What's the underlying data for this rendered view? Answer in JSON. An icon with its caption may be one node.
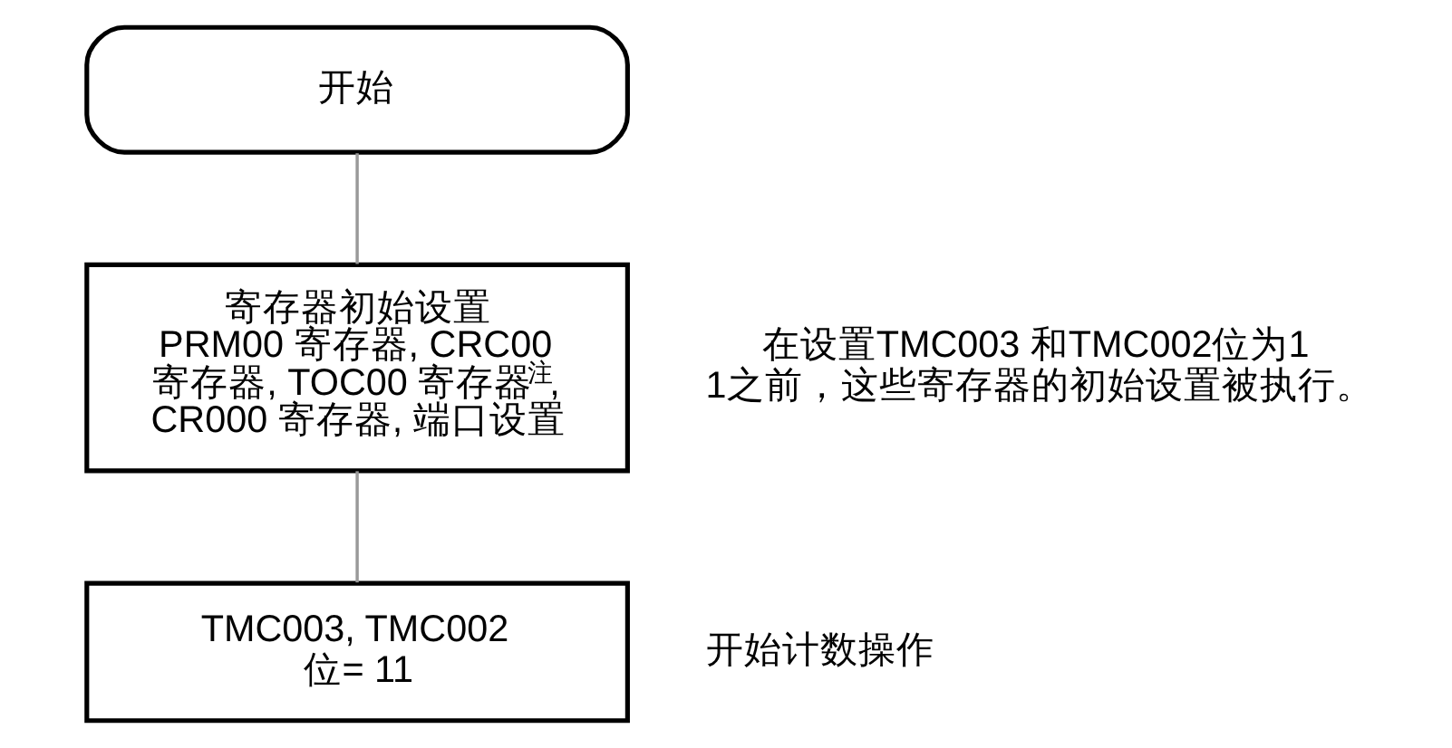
{
  "diagram": {
    "nodes": [
      {
        "text": [
          "开始"
        ]
      },
      {
        "text": [
          "寄存器初始设置",
          "PRM00 寄存器, CRC00 寄存器, TOC00 寄存器$^{注}$, CR000 寄存器, 端口设置"
        ],
        "beside": [
          "在设置TMC003 和TMC002位为11之前，这些寄存器的初始设置被执行。"
        ]
      },
      {
        "text": [
          "TMC003, TMC002 位= 11"
        ],
        "beside": [
          "开始计数操作"
        ]
      }
    ],
    "edges": [
      {
        "from": 0,
        "to": 1,
        "arrow": "none"
      },
      {
        "from": 1,
        "to": 2,
        "arrow": "none"
      }
    ]
  }
}
